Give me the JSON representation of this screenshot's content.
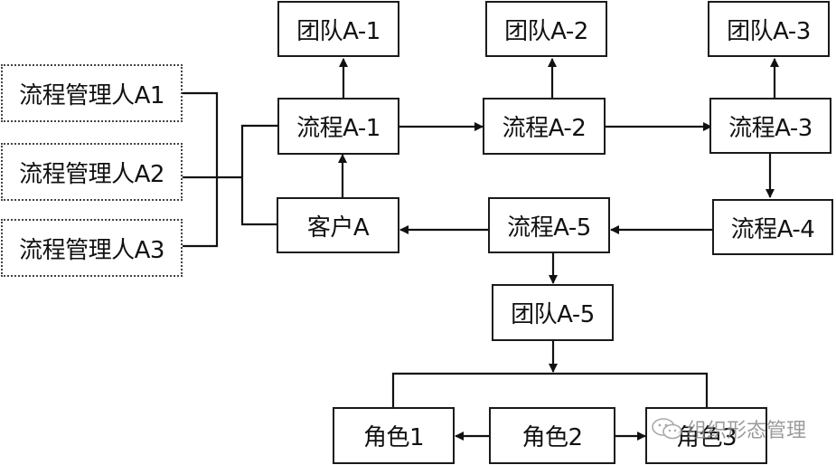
{
  "diagram": {
    "managers": [
      {
        "id": "mgr-a1",
        "label": "流程管理人A1"
      },
      {
        "id": "mgr-a2",
        "label": "流程管理人A2"
      },
      {
        "id": "mgr-a3",
        "label": "流程管理人A3"
      }
    ],
    "teams": [
      {
        "id": "team-a1",
        "label": "团队A-1"
      },
      {
        "id": "team-a2",
        "label": "团队A-2"
      },
      {
        "id": "team-a3",
        "label": "团队A-3"
      },
      {
        "id": "team-a5",
        "label": "团队A-5"
      }
    ],
    "processes": [
      {
        "id": "proc-a1",
        "label": "流程A-1"
      },
      {
        "id": "proc-a2",
        "label": "流程A-2"
      },
      {
        "id": "proc-a3",
        "label": "流程A-3"
      },
      {
        "id": "proc-a4",
        "label": "流程A-4"
      },
      {
        "id": "proc-a5",
        "label": "流程A-5"
      }
    ],
    "customer": {
      "id": "customer-a",
      "label": "客户A"
    },
    "roles": [
      {
        "id": "role-1",
        "label": "角色1"
      },
      {
        "id": "role-2",
        "label": "角色2"
      },
      {
        "id": "role-3",
        "label": "角色3"
      }
    ],
    "edges": [
      {
        "from": "mgr-a1",
        "to": "proc-a1",
        "type": "bracket"
      },
      {
        "from": "mgr-a2",
        "to": "proc-a1",
        "type": "bracket"
      },
      {
        "from": "mgr-a3",
        "to": "proc-a1",
        "type": "bracket"
      },
      {
        "from": "mgr-a1",
        "to": "customer-a",
        "type": "bracket"
      },
      {
        "from": "proc-a1",
        "to": "team-a1",
        "type": "arrow"
      },
      {
        "from": "proc-a1",
        "to": "proc-a2",
        "type": "arrow"
      },
      {
        "from": "proc-a2",
        "to": "team-a2",
        "type": "arrow"
      },
      {
        "from": "proc-a2",
        "to": "proc-a3",
        "type": "arrow"
      },
      {
        "from": "proc-a3",
        "to": "team-a3",
        "type": "arrow"
      },
      {
        "from": "proc-a3",
        "to": "proc-a4",
        "type": "arrow"
      },
      {
        "from": "proc-a4",
        "to": "proc-a5",
        "type": "arrow"
      },
      {
        "from": "proc-a5",
        "to": "customer-a",
        "type": "arrow"
      },
      {
        "from": "customer-a",
        "to": "proc-a1",
        "type": "arrow"
      },
      {
        "from": "proc-a5",
        "to": "team-a5",
        "type": "arrow"
      },
      {
        "from": "team-a5",
        "to": "roles",
        "type": "arrow"
      },
      {
        "from": "role-2",
        "to": "role-1",
        "type": "arrow"
      },
      {
        "from": "role-2",
        "to": "role-3",
        "type": "arrow"
      }
    ]
  },
  "watermark": {
    "icon": "wechat-icon",
    "text": "组织形态管理"
  }
}
